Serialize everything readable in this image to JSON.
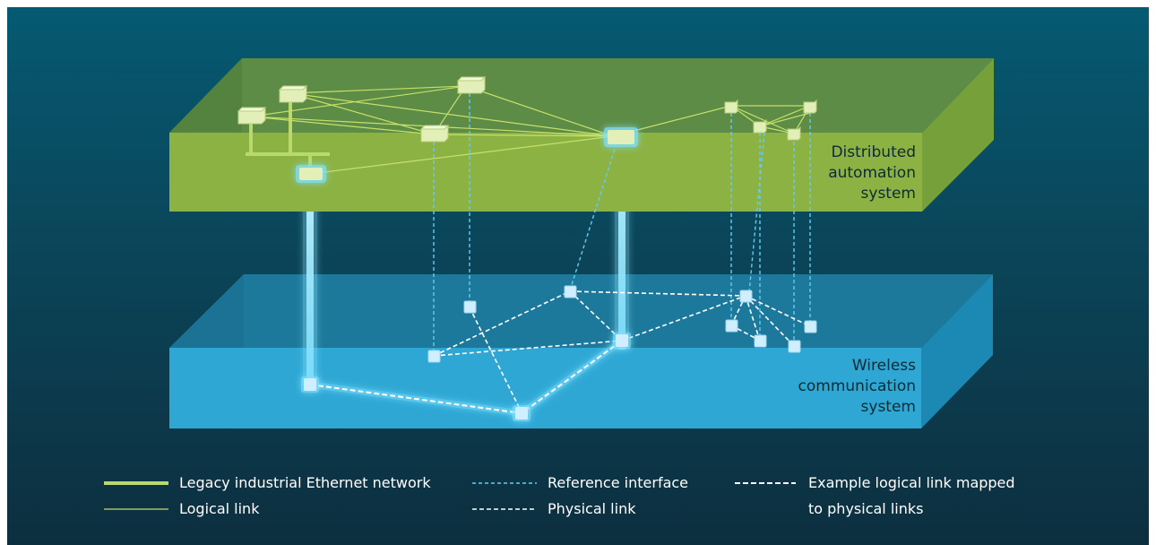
{
  "layers": {
    "automation": {
      "label_lines": [
        "Distributed",
        "automation",
        "system"
      ]
    },
    "wireless": {
      "label_lines": [
        "Wireless",
        "communication",
        "system"
      ]
    }
  },
  "legend": {
    "legacy": "Legacy industrial Ethernet network",
    "logical": "Logical link",
    "reference": "Reference interface",
    "physical": "Physical link",
    "example_line1": "Example logical link mapped",
    "example_line2": "to physical links"
  },
  "colors": {
    "background_top": "#055a72",
    "background_bottom": "#0c2f3f",
    "automation_layer": "#8cb243",
    "wireless_layer": "#2ea7d4",
    "legacy_network": "#b9d96e",
    "logical_link": "#c6e06a",
    "reference_interface": "#66ccf0",
    "physical_link": "#ffffff",
    "glow": "#7fe0ff",
    "node_automation": "#e3efb8",
    "node_wireless": "#cfeeff"
  }
}
